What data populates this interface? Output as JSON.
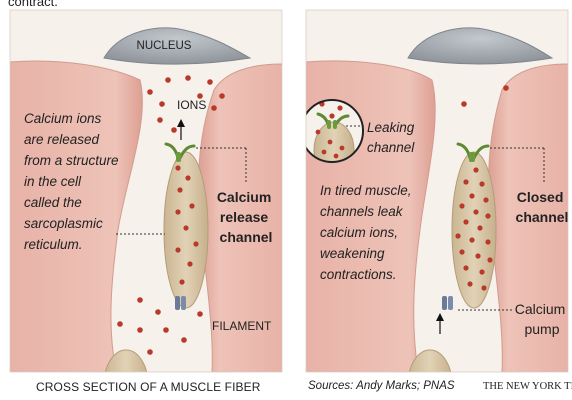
{
  "top_fragment": "contract.",
  "left_panel": {
    "nucleus": "NUCLEUS",
    "ions": "IONS",
    "description": [
      "Calcium ions",
      "are released",
      "from a structure",
      "in the cell",
      "called the",
      "sarcoplasmic",
      "reticulum."
    ],
    "channel_label": [
      "Calcium",
      "release",
      "channel"
    ],
    "filament": "FILAMENT"
  },
  "right_panel": {
    "inset_label": [
      "Leaking",
      "channel"
    ],
    "description": [
      "In tired muscle,",
      "channels leak",
      "calcium ions,",
      "weakening",
      "contractions."
    ],
    "closed_label": [
      "Closed",
      "channel"
    ],
    "pump_label": [
      "Calcium",
      "pump"
    ]
  },
  "captions": {
    "left": "CROSS SECTION OF A MUSCLE FIBER",
    "sources": "Sources: Andy Marks; PNAS",
    "credit": "THE NEW YORK TIMES"
  },
  "colors": {
    "muscle_pink": "#e9b7ad",
    "fiber_white": "#f6f1eb",
    "nucleus_gray": "#a6acb2",
    "reticulum_tan": "#d9c7a9",
    "ion_red": "#b73a2a",
    "channel_green": "#6f9a3c",
    "pump_blue": "#6b7a99"
  }
}
